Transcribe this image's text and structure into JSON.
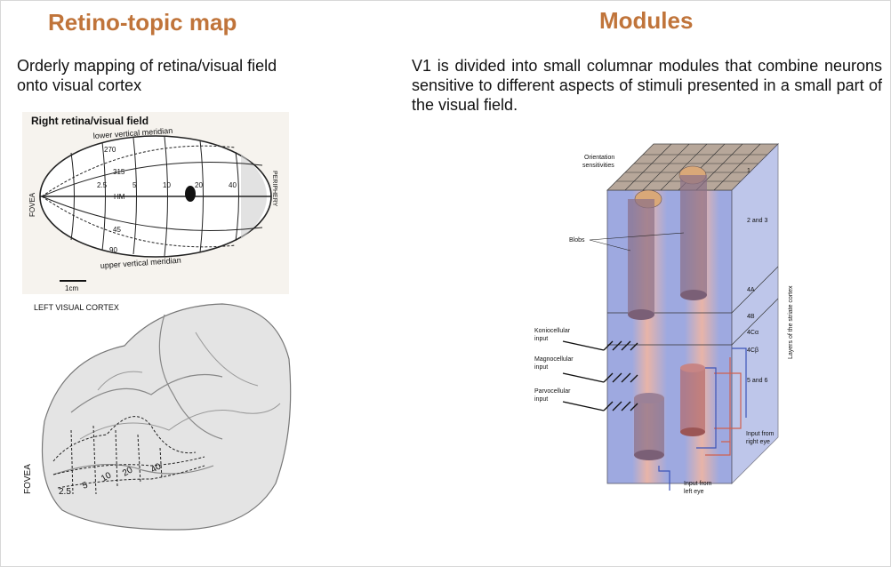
{
  "left": {
    "title": "Retino-topic map",
    "description": "Orderly mapping of retina/visual field onto visual cortex",
    "retina": {
      "heading": "Right retina/visual field",
      "upper_label": "lower vertical meridian",
      "lower_label": "upper vertical meridian",
      "fovea": "FOVEA",
      "periphery": "PERIPHERY",
      "hm": "HM",
      "ticks": [
        "2.5",
        "5",
        "10",
        "20",
        "40"
      ],
      "angles": [
        "270",
        "315",
        "45",
        "90"
      ],
      "scale": "1cm"
    },
    "cortex": {
      "heading": "LEFT VISUAL CORTEX",
      "fovea": "FOVEA",
      "ticks": [
        "2.5",
        "5",
        "10",
        "20",
        "40"
      ]
    }
  },
  "right": {
    "title": "Modules",
    "description": "V1 is divided into small columnar modules that combine neurons sensitive to different aspects of stimuli presented in a small part of the visual field.",
    "diagram": {
      "orientation_label_1": "Orientation",
      "orientation_label_2": "sensitivities",
      "blobs": "Blobs",
      "konio_1": "Koniocellular",
      "konio_2": "input",
      "magno_1": "Magnocellular",
      "magno_2": "input",
      "parvo_1": "Parvocellular",
      "parvo_2": "input",
      "layers": [
        "1",
        "2 and 3",
        "4A",
        "4B",
        "4Cα",
        "4Cβ",
        "5 and 6"
      ],
      "layers_title": "Layers of the striate cortex",
      "right_eye_1": "Input from",
      "right_eye_2": "right eye",
      "left_eye_1": "Input from",
      "left_eye_2": "left eye"
    }
  },
  "colors": {
    "title": "#c0743a",
    "column_blue": "#9ea9e0",
    "column_pink": "#e8b4a8",
    "cylinder": "#8a6f86",
    "right_eye": "#d0604e",
    "left_eye": "#3c54b8"
  }
}
